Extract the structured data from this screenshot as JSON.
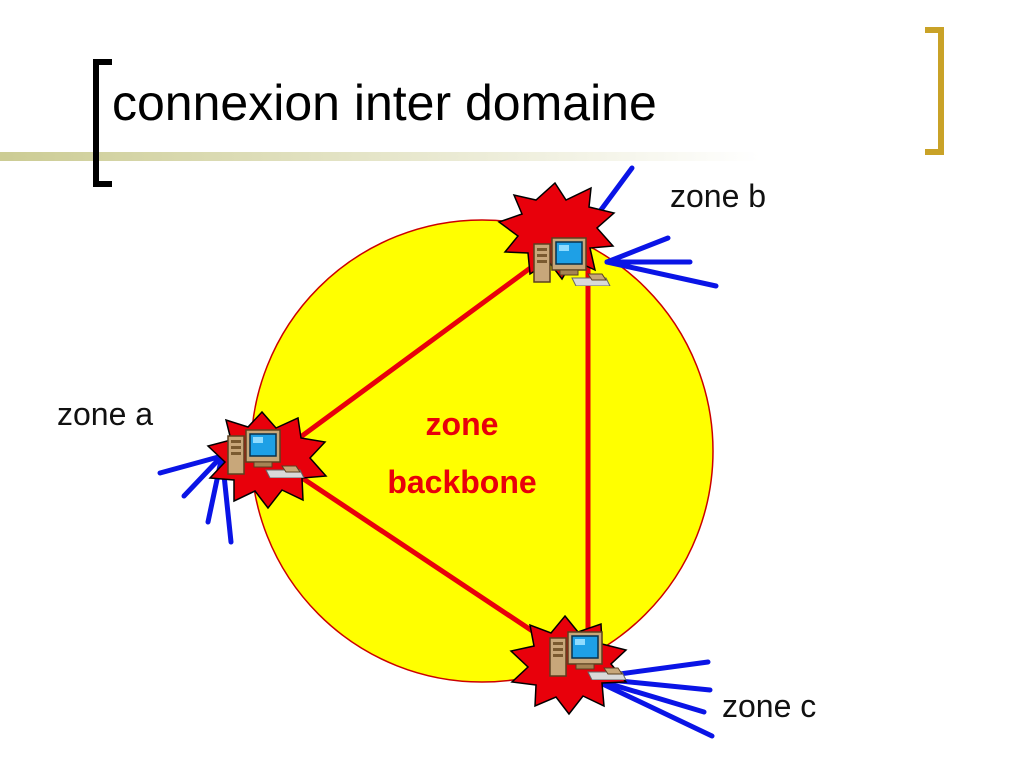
{
  "slide": {
    "title": "connexion inter domaine"
  },
  "zones": {
    "a": "zone a",
    "b": "zone b",
    "c": "zone c"
  },
  "backbone": {
    "line1": "zone",
    "line2": "backbone"
  },
  "colors": {
    "circle_fill": "#ffff00",
    "circle_stroke": "#cc0000",
    "links": "#e8000b",
    "external_lines": "#0a14e6",
    "burst": "#e8000b",
    "accent_bar": "#c9c98e",
    "bracket_right": "#c9a227"
  },
  "icons": {
    "router": "computer-icon",
    "burst": "burst-icon"
  }
}
